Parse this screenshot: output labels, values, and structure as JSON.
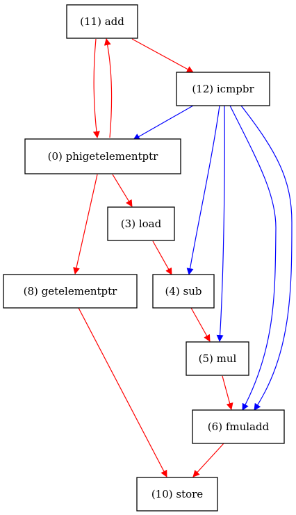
{
  "colors": {
    "data_edge": "#ff0000",
    "control_edge": "#0000ff",
    "node_border": "#000000",
    "background": "#ffffff"
  },
  "nodes": [
    {
      "id": "n11",
      "label": "(11) add"
    },
    {
      "id": "n12",
      "label": "(12) icmpbr"
    },
    {
      "id": "n0",
      "label": "(0) phigetelementptr"
    },
    {
      "id": "n3",
      "label": "(3) load"
    },
    {
      "id": "n8",
      "label": "(8) getelementptr"
    },
    {
      "id": "n4",
      "label": "(4) sub"
    },
    {
      "id": "n5",
      "label": "(5) mul"
    },
    {
      "id": "n6",
      "label": "(6) fmuladd"
    },
    {
      "id": "n10",
      "label": "(10) store"
    }
  ],
  "edges": [
    {
      "from": "n11",
      "to": "n0",
      "kind": "data"
    },
    {
      "from": "n0",
      "to": "n11",
      "kind": "data"
    },
    {
      "from": "n11",
      "to": "n12",
      "kind": "data"
    },
    {
      "from": "n12",
      "to": "n0",
      "kind": "control"
    },
    {
      "from": "n0",
      "to": "n3",
      "kind": "data"
    },
    {
      "from": "n0",
      "to": "n8",
      "kind": "data"
    },
    {
      "from": "n3",
      "to": "n4",
      "kind": "data"
    },
    {
      "from": "n12",
      "to": "n4",
      "kind": "control"
    },
    {
      "from": "n12",
      "to": "n5",
      "kind": "control"
    },
    {
      "from": "n12",
      "to": "n6",
      "kind": "control"
    },
    {
      "from": "n12",
      "to": "n6",
      "kind": "control"
    },
    {
      "from": "n4",
      "to": "n5",
      "kind": "data"
    },
    {
      "from": "n5",
      "to": "n6",
      "kind": "data"
    },
    {
      "from": "n8",
      "to": "n10",
      "kind": "data"
    },
    {
      "from": "n6",
      "to": "n10",
      "kind": "data"
    }
  ]
}
